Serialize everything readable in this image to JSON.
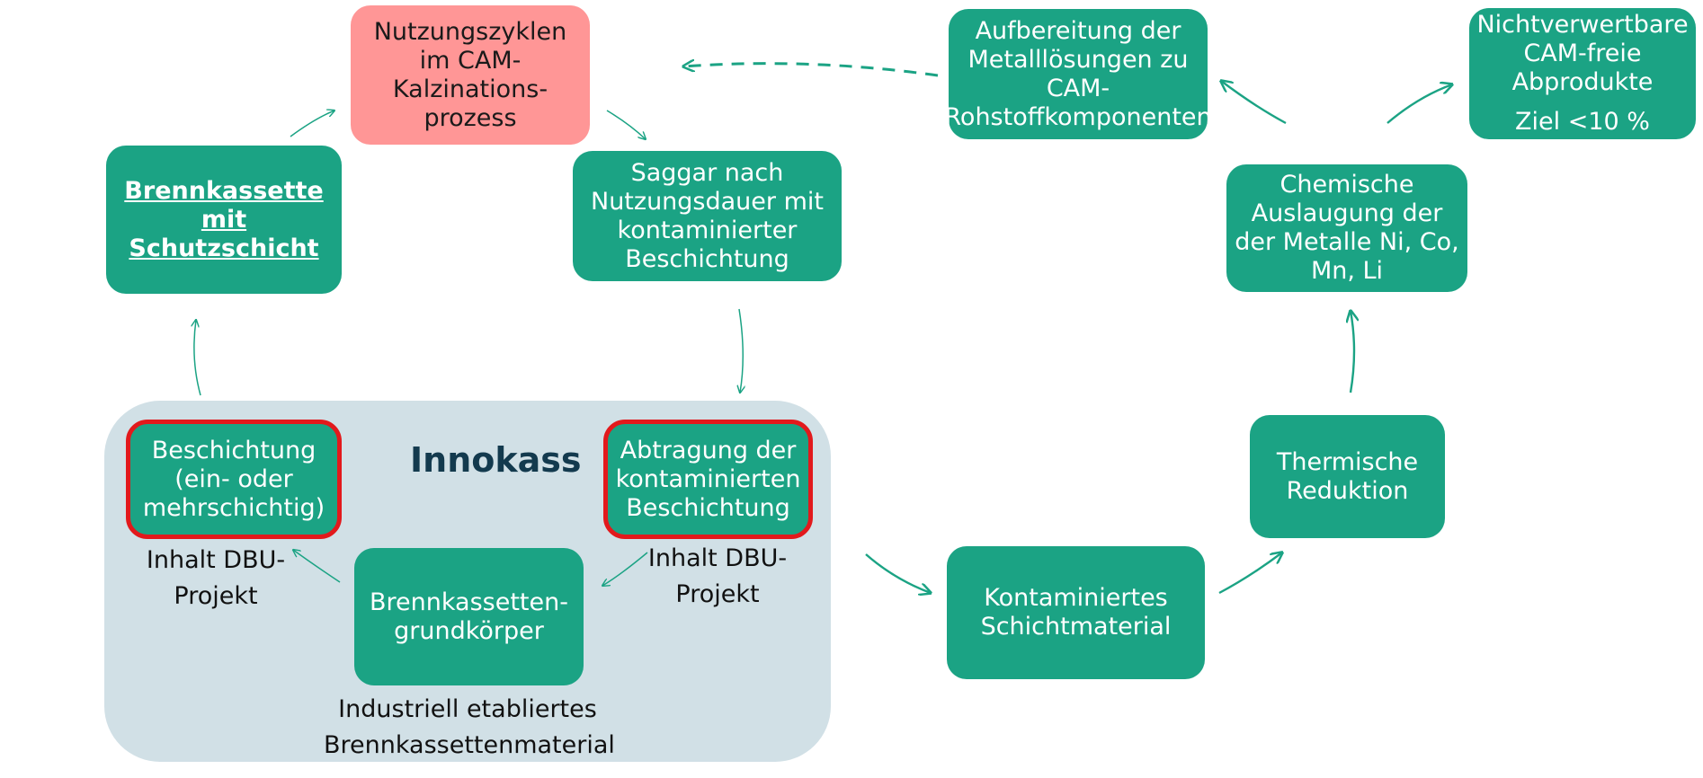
{
  "diagram": {
    "group_title": "Innokass",
    "boxes": {
      "nutzungszyklen": "Nutzungszyklen\nim CAM-\nKalzinations-\nprozess",
      "brennkassette": "Brennkassette\nmit\nSchutzschicht",
      "saggar": "Saggar nach\nNutzungsdauer mit\nkontaminierter\nBeschichtung",
      "aufbereitung": "Aufbereitung der\nMetalllösungen zu\nCAM-\nRohstoffkomponenten",
      "nichtverwertbare": "Nichtverwertbare\nCAM-freie\nAbprodukte",
      "ziel": "Ziel <10 %",
      "chemische": "Chemische\nAuslaugung der\nder Metalle Ni, Co,\nMn, Li",
      "thermische": "Thermische\nReduktion",
      "kontaminiertes": "Kontaminiertes\nSchichtmaterial",
      "beschichtung": "Beschichtung\n(ein- oder\nmehrschichtig)",
      "abtragung": "Abtragung der\nkontaminierten\nBeschichtung",
      "grundkoerper": "Brennkassetten-\ngrundkörper"
    },
    "labels": {
      "inhalt_left": "Inhalt DBU-\nProjekt",
      "inhalt_right": "Inhalt DBU-\nProjekt",
      "industriell": "Industriell etabliertes\nBrennkassettenmaterial"
    },
    "colors": {
      "box_green": "#1ba384",
      "box_pink": "#ff9696",
      "group_bg": "#d1e0e6",
      "highlight_border": "#e2191c",
      "arrow": "#1ba384"
    }
  }
}
